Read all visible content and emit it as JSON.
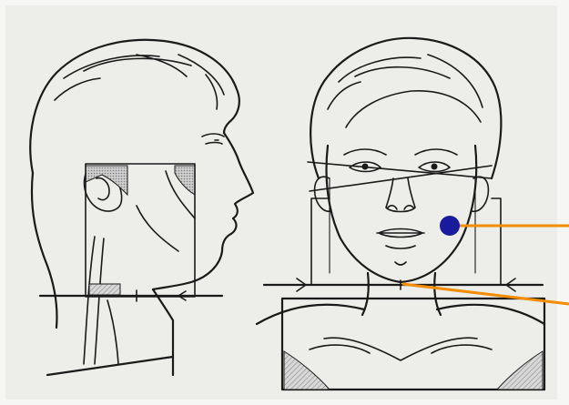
{
  "figure": {
    "background": "#f6f6f4",
    "paper_tint": "#e9e9e6",
    "ink_color": "#1a1a1a",
    "shading_color": "#9a9a9a",
    "hatch_color": "#c4c4c4",
    "pointer_color": "#f28c00",
    "marker_color": "#1a1a9c"
  },
  "views": [
    {
      "id": "lateral",
      "description_icon": "head-side-profile-icon"
    },
    {
      "id": "frontal",
      "description_icon": "head-front-view-icon"
    }
  ],
  "annotations": {
    "pointers": [
      {
        "id": "pointer-cheek",
        "target": "cheek-marker"
      },
      {
        "id": "pointer-midline",
        "target": "chin-midline"
      }
    ],
    "marker": {
      "id": "cheek-marker",
      "shape": "dot"
    }
  }
}
